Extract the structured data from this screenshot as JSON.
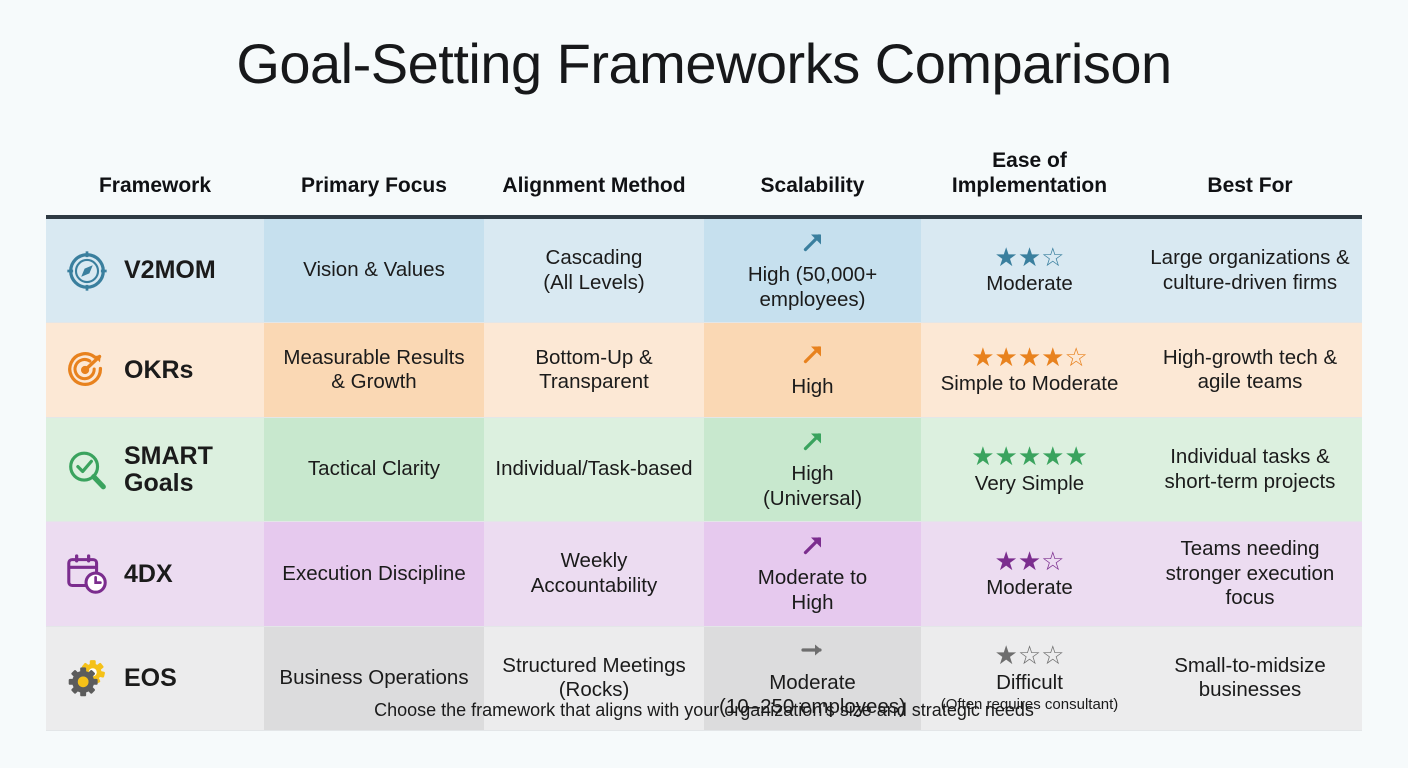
{
  "title": "Goal-Setting Frameworks Comparison",
  "footer": "Choose the framework that aligns with your organization's size and strategic needs",
  "columns": [
    {
      "label": "Framework"
    },
    {
      "label": "Primary Focus"
    },
    {
      "label": "Alignment Method"
    },
    {
      "label": "Scalability"
    },
    {
      "label": "Ease of\nImplementation"
    },
    {
      "label": "Best For"
    }
  ],
  "chart_data": {
    "type": "table",
    "title": "Goal-Setting Frameworks Comparison",
    "columns": [
      "Framework",
      "Primary Focus",
      "Alignment Method",
      "Scalability",
      "Ease of Implementation",
      "Best For"
    ],
    "rows": [
      [
        "V2MOM",
        "Vision & Values",
        "Cascading (All Levels)",
        "High (50,000+ employees)",
        "Moderate (2/3 stars)",
        "Large organizations & culture-driven firms"
      ],
      [
        "OKRs",
        "Measurable Results & Growth",
        "Bottom-Up & Transparent",
        "High",
        "Simple to Moderate (4/5 stars)",
        "High-growth tech & agile teams"
      ],
      [
        "SMART Goals",
        "Tactical Clarity",
        "Individual/Task-based",
        "High (Universal)",
        "Very Simple (5/5 stars)",
        "Individual tasks & short-term projects"
      ],
      [
        "4DX",
        "Execution Discipline",
        "Weekly Accountability",
        "Moderate to High",
        "Moderate (2/3 stars)",
        "Teams needing stronger execution focus"
      ],
      [
        "EOS",
        "Business Operations",
        "Structured Meetings (Rocks)",
        "Moderate (10–250 employees)",
        "Difficult (1/3 stars, often requires consultant)",
        "Small-to-midsize businesses"
      ]
    ]
  },
  "rows": [
    {
      "key": "v2mom",
      "name": "V2MOM",
      "icon": "compass-icon",
      "accent": "#3a7f9e",
      "bg_light": "#d9e9f2",
      "bg_dark": "#c6e0ee",
      "focus": "Vision & Values",
      "alignment_line1": "Cascading",
      "alignment_line2": "(All Levels)",
      "scalability_arrow": "arrow-up-right-icon",
      "scalability_line1": "High (50,000+",
      "scalability_line2": "employees)",
      "stars_filled": 2,
      "stars_total": 3,
      "ease_label": "Moderate",
      "ease_sub": "",
      "best_line1": "Large organizations &",
      "best_line2": "culture-driven firms",
      "best_line3": ""
    },
    {
      "key": "okrs",
      "name": "OKRs",
      "icon": "target-arrow-icon",
      "accent": "#e8821e",
      "bg_light": "#fce8d5",
      "bg_dark": "#fad8b4",
      "focus_line1": "Measurable Results",
      "focus_line2": "& Growth",
      "alignment_line1": "Bottom-Up &",
      "alignment_line2": "Transparent",
      "scalability_arrow": "arrow-up-right-icon",
      "scalability_line1": "High",
      "scalability_line2": "",
      "stars_filled": 4,
      "stars_total": 5,
      "ease_label": "Simple to Moderate",
      "ease_sub": "",
      "best_line1": "High-growth tech &",
      "best_line2": "agile teams",
      "best_line3": ""
    },
    {
      "key": "smart",
      "name_line1": "SMART",
      "name_line2": "Goals",
      "name": "SMART Goals",
      "icon": "magnifier-check-icon",
      "accent": "#3aa35e",
      "bg_light": "#dcf0df",
      "bg_dark": "#c8e8ce",
      "focus": "Tactical Clarity",
      "alignment_line1": "Individual/Task-based",
      "alignment_line2": "",
      "scalability_arrow": "arrow-up-right-icon",
      "scalability_line1": "High",
      "scalability_line2": "(Universal)",
      "stars_filled": 5,
      "stars_total": 5,
      "ease_label": "Very Simple",
      "ease_sub": "",
      "best_line1": "Individual tasks &",
      "best_line2": "short-term projects",
      "best_line3": ""
    },
    {
      "key": "4dx",
      "name": "4DX",
      "icon": "calendar-clock-icon",
      "accent": "#7b2d8e",
      "bg_light": "#ecdcf1",
      "bg_dark": "#e6c9ee",
      "focus": "Execution Discipline",
      "alignment_line1": "Weekly",
      "alignment_line2": "Accountability",
      "scalability_arrow": "arrow-up-right-icon",
      "scalability_line1": "Moderate to",
      "scalability_line2": "High",
      "stars_filled": 2,
      "stars_total": 3,
      "ease_label": "Moderate",
      "ease_sub": "",
      "best_line1": "Teams needing",
      "best_line2": "stronger execution",
      "best_line3": "focus"
    },
    {
      "key": "eos",
      "name": "EOS",
      "icon": "gears-icon",
      "accent": "#6e6e6e",
      "bg_light": "#ececed",
      "bg_dark": "#dcdcdd",
      "focus": "Business Operations",
      "alignment_line1": "Structured Meetings",
      "alignment_line2": "(Rocks)",
      "scalability_arrow": "arrow-right-icon",
      "scalability_line1": "Moderate",
      "scalability_line2": "(10–250 employees)",
      "stars_filled": 1,
      "stars_total": 3,
      "ease_label": "Difficult",
      "ease_sub": "(Often requires consultant)",
      "best_line1": "Small-to-midsize",
      "best_line2": "businesses",
      "best_line3": ""
    }
  ]
}
